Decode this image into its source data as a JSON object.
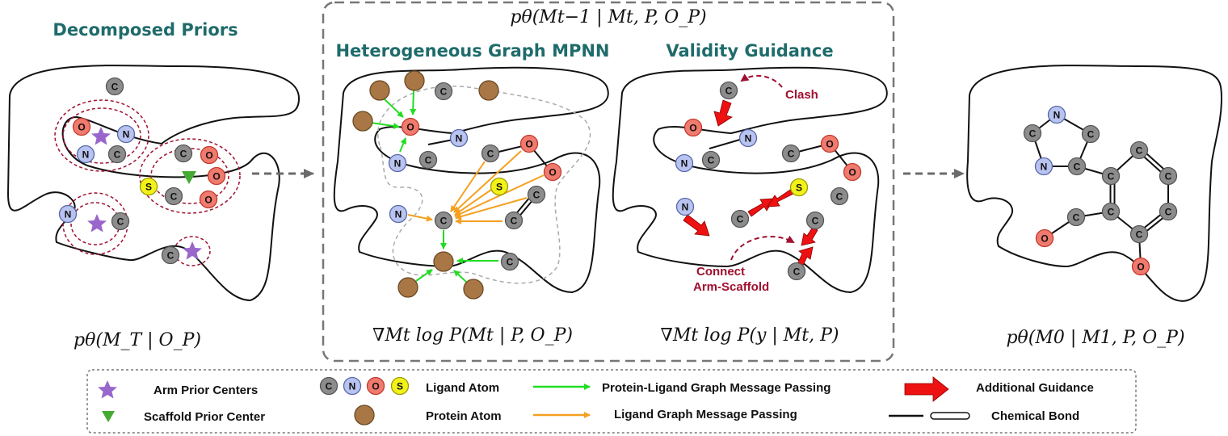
{
  "panels": {
    "decomposed": {
      "title": "Decomposed Priors",
      "formula": "pθ(M_T | O_P)"
    },
    "mpnn": {
      "title": "Heterogeneous Graph MPNN",
      "formula": "∇Mt log P(Mt | P, O_P)"
    },
    "validity": {
      "title": "Validity Guidance",
      "formula": "∇Mt log P(y | Mt, P)",
      "clash_label": "Clash",
      "connect_label_1": "Connect",
      "connect_label_2": "Arm-Scaffold"
    },
    "final": {
      "formula": "pθ(M0 | M1, P, O_P)"
    },
    "box_formula": "pθ(Mt−1 | Mt, P, O_P)"
  },
  "atom_letters": {
    "C": "C",
    "N": "N",
    "O": "O",
    "S": "S"
  },
  "legend": {
    "arm_prior": "Arm Prior Centers",
    "scaffold_prior": "Scaffold Prior Center",
    "ligand_atom": "Ligand Atom",
    "protein_atom": "Protein Atom",
    "pl_message": "Protein-Ligand Graph Message Passing",
    "l_message": "Ligand Graph Message Passing",
    "guidance": "Additional Guidance",
    "bond": "Chemical Bond"
  },
  "colors": {
    "carbon": "#8c8c8c",
    "nitrogen": "#b9c3f0",
    "oxygen": "#f07a6e",
    "sulfur": "#f2f21a",
    "protein": "#a87745",
    "green_arrow": "#22dd22",
    "orange_arrow": "#f5a020",
    "red_arrow": "#ee1111",
    "title": "#1f6b6b",
    "annotation": "#a01030",
    "prior_star": "#9966cc",
    "prior_triangle": "#44aa33"
  }
}
